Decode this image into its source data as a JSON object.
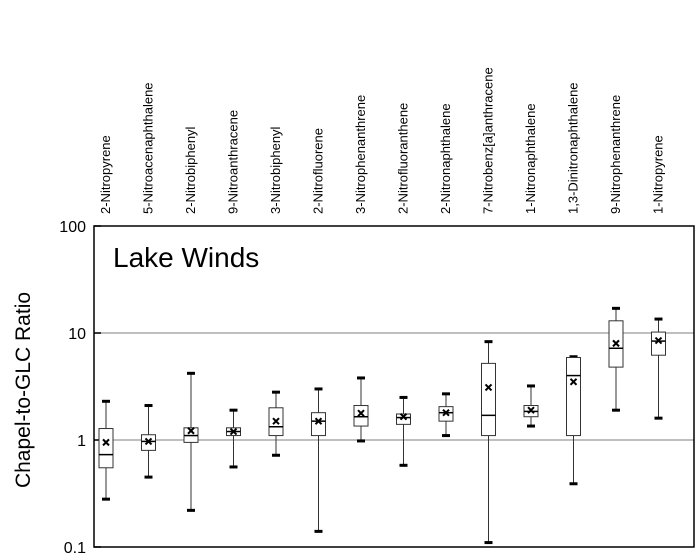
{
  "chart_data": {
    "type": "box",
    "title": "Lake Winds",
    "ylabel": "Chapel-to-GLC Ratio",
    "yscale": "log",
    "ylim": [
      0.1,
      100
    ],
    "yticks": [
      0.1,
      1,
      10,
      100
    ],
    "ytick_labels": [
      "0.1",
      "1",
      "10",
      "100"
    ],
    "gridlines": [
      1,
      10
    ],
    "categories": [
      "2-Nitropyrene",
      "5-Nitroacenaphthalene",
      "2-Nitrobiphenyl",
      "9-Nitroanthracene",
      "3-Nitrobiphenyl",
      "2-Nitrofluorene",
      "3-Nitrophenanthrene",
      "2-Nitrofluoranthene",
      "2-Nitronaphthalene",
      "7-Nitrobenz[a]anthracene",
      "1-Nitronaphthalene",
      "1,3-Dinitronaphthalene",
      "9-Nitrophenanthrene",
      "1-Nitropyrene"
    ],
    "boxes": [
      {
        "min": 0.28,
        "q1": 0.55,
        "median": 0.73,
        "q3": 1.28,
        "max": 2.3,
        "mean": 0.95
      },
      {
        "min": 0.45,
        "q1": 0.8,
        "median": 0.97,
        "q3": 1.12,
        "max": 2.1,
        "mean": 0.97
      },
      {
        "min": 0.22,
        "q1": 0.95,
        "median": 1.1,
        "q3": 1.3,
        "max": 4.2,
        "mean": 1.22
      },
      {
        "min": 0.56,
        "q1": 1.1,
        "median": 1.2,
        "q3": 1.3,
        "max": 1.9,
        "mean": 1.2
      },
      {
        "min": 0.72,
        "q1": 1.1,
        "median": 1.33,
        "q3": 2.0,
        "max": 2.8,
        "mean": 1.5
      },
      {
        "min": 0.14,
        "q1": 1.1,
        "median": 1.5,
        "q3": 1.8,
        "max": 3.0,
        "mean": 1.5
      },
      {
        "min": 0.98,
        "q1": 1.35,
        "median": 1.65,
        "q3": 2.1,
        "max": 3.8,
        "mean": 1.78
      },
      {
        "min": 0.58,
        "q1": 1.4,
        "median": 1.62,
        "q3": 1.75,
        "max": 2.5,
        "mean": 1.65
      },
      {
        "min": 1.1,
        "q1": 1.5,
        "median": 1.8,
        "q3": 2.05,
        "max": 2.7,
        "mean": 1.8
      },
      {
        "min": 0.11,
        "q1": 1.1,
        "median": 1.7,
        "q3": 5.2,
        "max": 8.3,
        "mean": 3.1
      },
      {
        "min": 1.35,
        "q1": 1.65,
        "median": 1.85,
        "q3": 2.1,
        "max": 3.2,
        "mean": 1.9
      },
      {
        "min": 0.39,
        "q1": 1.1,
        "median": 4.0,
        "q3": 5.9,
        "max": 6.0,
        "mean": 3.5
      },
      {
        "min": 1.9,
        "q1": 4.8,
        "median": 7.2,
        "q3": 13.0,
        "max": 17.0,
        "mean": 8.0
      },
      {
        "min": 1.6,
        "q1": 6.2,
        "median": 8.4,
        "q3": 10.2,
        "max": 13.5,
        "mean": 8.5
      }
    ],
    "mean_marker": "x",
    "legend": "none"
  }
}
